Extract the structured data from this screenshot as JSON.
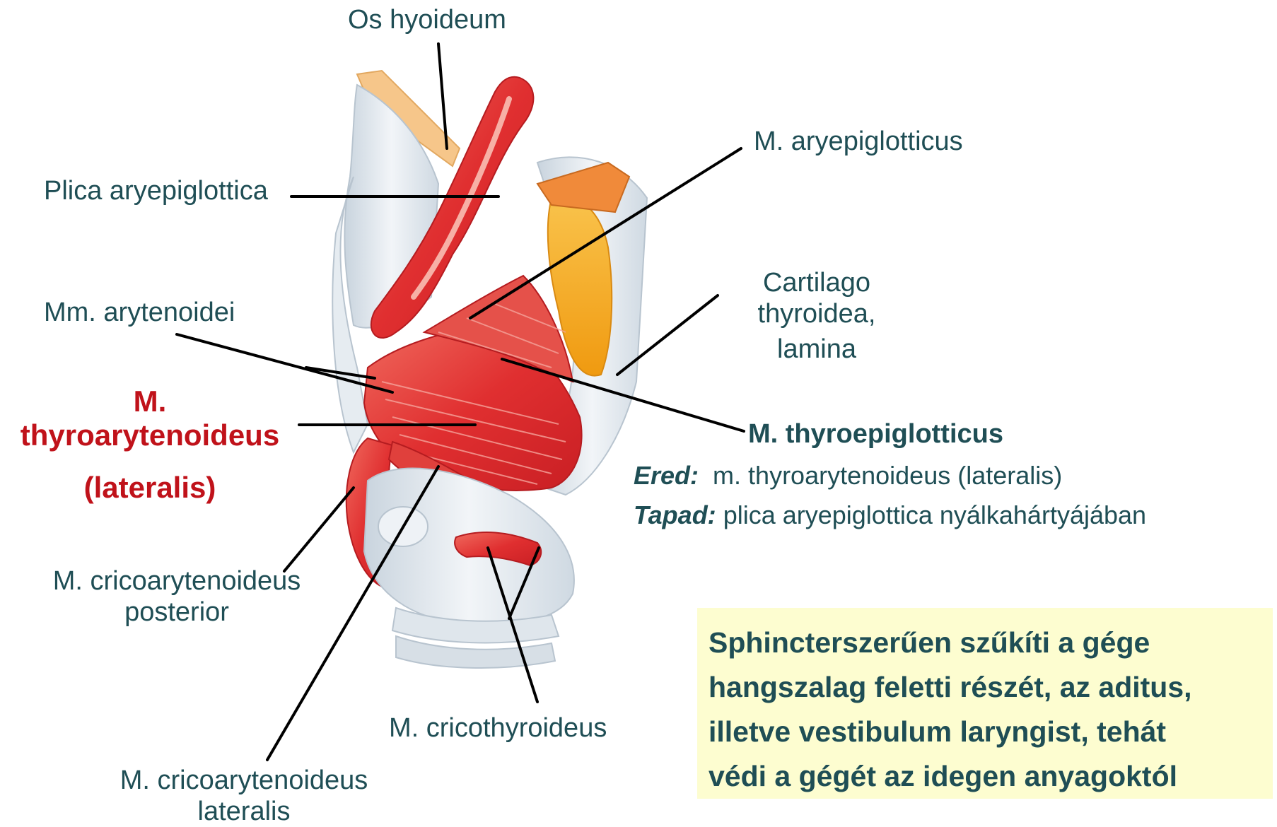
{
  "labels": {
    "os_hyoideum": "Os hyoideum",
    "m_aryepiglotticus": "M. aryepiglotticus",
    "plica_aryepiglottica": "Plica aryepiglottica",
    "cartilago_line1": "Cartilago",
    "cartilago_line2": "thyroidea,",
    "cartilago_line3": "lamina",
    "mm_arytenoidei": "Mm. arytenoidei",
    "thyroaryt_line1": "M.",
    "thyroaryt_line2": "thyroarytenoideus",
    "thyroaryt_line3": "(lateralis)",
    "m_thyroepiglotticus": "M. thyroepiglotticus",
    "cap_line1": "M. cricoarytenoideus",
    "cap_line2": "posterior",
    "m_cricothyroideus": "M. cricothyroideus",
    "cal_line1": "M. cricoarytenoideus",
    "cal_line2": "lateralis"
  },
  "definition": {
    "origin_label": "Ered:",
    "origin_text": "m. thyroarytenoideus (lateralis)",
    "insertion_label": "Tapad:",
    "insertion_text": "plica aryepiglottica nyálkahártyájában"
  },
  "note": {
    "line1": "Sphincterszerűen szűkíti a gége",
    "line2": "hangszalag  feletti részét, az aditus,",
    "line3": "illetve vestibulum  laryngist, tehát",
    "line4": "védi a gégét az idegen anyagoktól"
  },
  "colors": {
    "label_text": "#1f4e55",
    "highlight_red": "#c0121a",
    "note_background": "#fdfdd0",
    "muscle_red": "#e8383a",
    "cartilage": "#dfe6ec",
    "fat_yellow": "#f3a81c"
  }
}
